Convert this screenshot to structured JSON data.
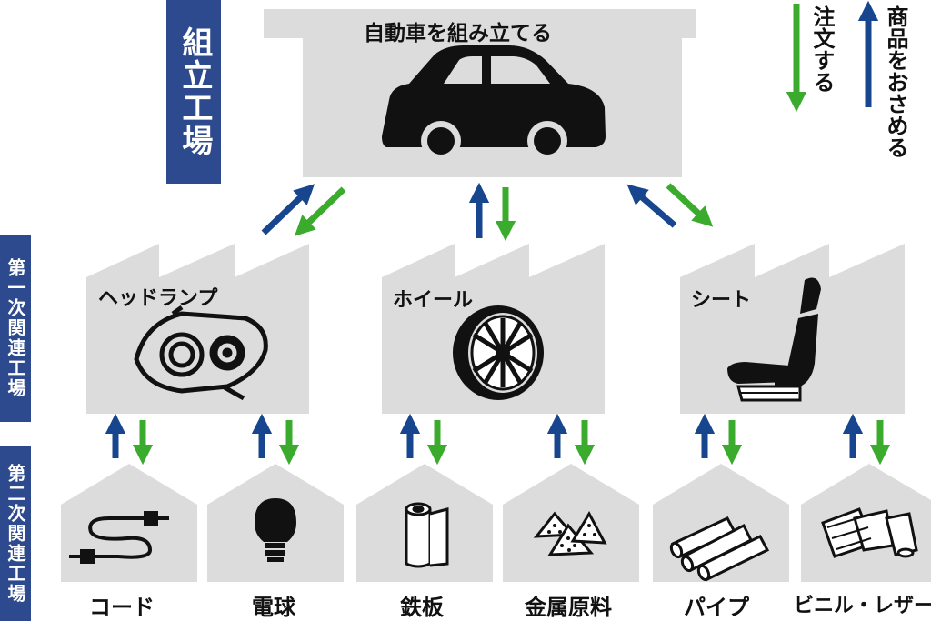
{
  "assembly": {
    "side_label": "組立工場",
    "title": "自動車を組み立てる"
  },
  "legend": {
    "order": "注文する",
    "deliver": "商品をおさめる",
    "order_color": "#3aab2c",
    "deliver_color": "#17468f"
  },
  "tier1": {
    "side_label": "第一次関連工場",
    "factories": [
      {
        "label": "ヘッドランプ",
        "icon": "headlamp-icon"
      },
      {
        "label": "ホイール",
        "icon": "wheel-icon"
      },
      {
        "label": "シート",
        "icon": "seat-icon"
      }
    ]
  },
  "tier2": {
    "side_label": "第二次関連工場",
    "suppliers": [
      {
        "label": "コード",
        "icon": "cable-icon"
      },
      {
        "label": "電球",
        "icon": "bulb-icon"
      },
      {
        "label": "鉄板",
        "icon": "steel-roll-icon"
      },
      {
        "label": "金属原料",
        "icon": "metal-ore-icon"
      },
      {
        "label": "パイプ",
        "icon": "pipes-icon"
      },
      {
        "label": "ビニル・レザー",
        "icon": "vinyl-leather-icon"
      }
    ]
  },
  "colors": {
    "panel": "#dcdcdc",
    "label_bg": "#2e4a8e"
  }
}
